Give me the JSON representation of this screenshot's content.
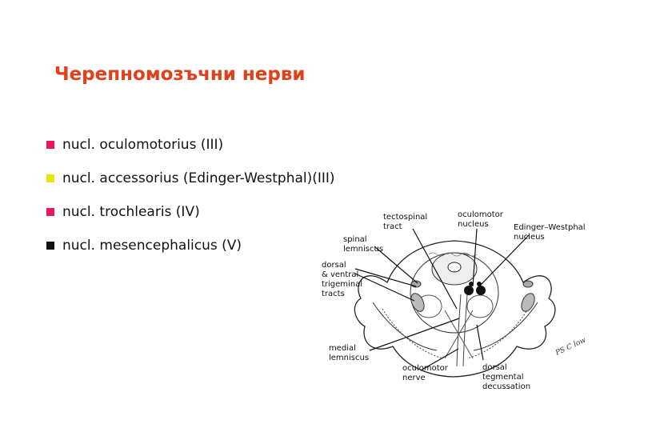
{
  "slide": {
    "title": "Черепномозъчни нерви",
    "bullets": [
      {
        "text": "nucl. oculomotorius (III)",
        "color": "#e8185a"
      },
      {
        "text": "nucl. accessorius (Edinger-Westphal)(III)",
        "color": "#e6e600"
      },
      {
        "text": "nucl. trochlearis (IV)",
        "color": "#e8185a"
      },
      {
        "text": "nucl. mesencephalicus (V)",
        "color": "#111111"
      }
    ]
  },
  "diagram": {
    "labels": {
      "tectospinal": [
        "tectospinal",
        "tract"
      ],
      "oculomotor_nucleus": [
        "oculomotor",
        "nucleus"
      ],
      "edinger": [
        "Edinger–Westphal",
        "nucleus"
      ],
      "spinal": [
        "spinal",
        "lemniscus"
      ],
      "trigeminal": [
        "dorsal",
        "& ventral",
        "trigeminal",
        "tracts"
      ],
      "medial": [
        "medial",
        "lemniscus"
      ],
      "oculomotor_nerve": [
        "oculomotor",
        "nerve"
      ],
      "dorsal_tegmental": [
        "dorsal",
        "tegmental",
        "decussation"
      ]
    },
    "signature": "PS C low"
  }
}
